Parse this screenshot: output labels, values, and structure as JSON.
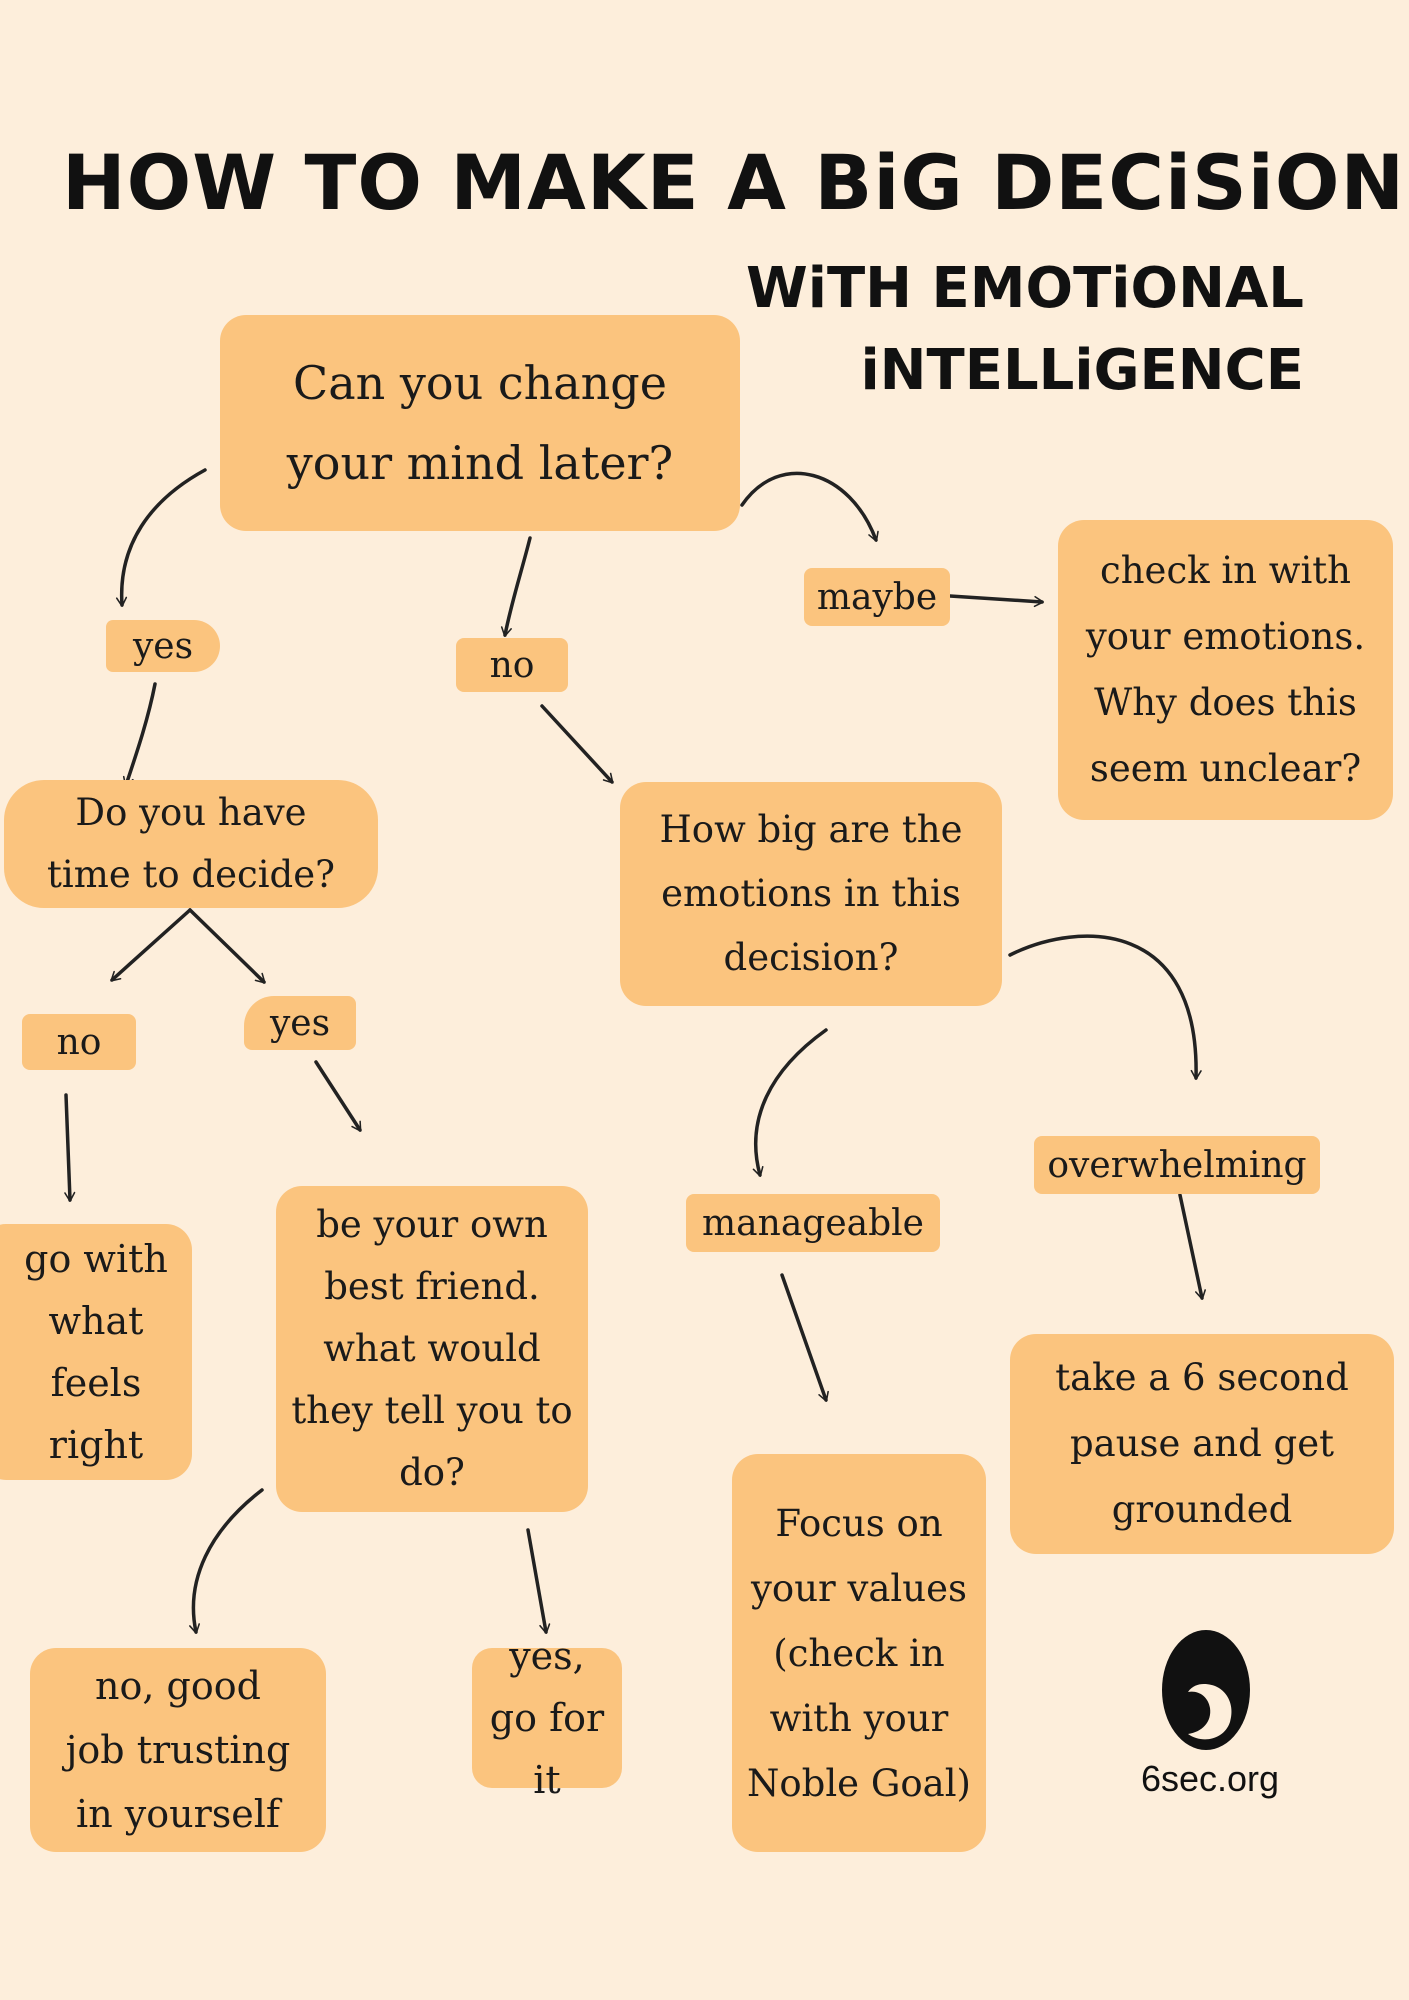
{
  "title": "HOW TO MAKE A BiG DECiSiON",
  "subtitle": "WiTH EMOTiONAL iNTELLiGENCE",
  "nodes": {
    "change_mind": "Can you change your mind later?",
    "check_emotions": "check in with your emotions. Why does this seem unclear?",
    "time_to_decide": "Do you have time to decide?",
    "how_big": "How big are the emotions in this decision?",
    "go_with": "go with what feels right",
    "best_friend": "be your own best friend. what would they tell you to do?",
    "good_job": "no, good job trusting in yourself",
    "go_for_it": "yes, go for it",
    "focus_values": "Focus on your values (check in with your Noble Goal)",
    "pause": "take a 6 second pause and get grounded"
  },
  "labels": {
    "maybe": "maybe",
    "yes_1": "yes",
    "no_1": "no",
    "no_2": "no",
    "yes_2": "yes",
    "manageable": "manageable",
    "overwhelming": "overwhelming"
  },
  "footer": {
    "site": "6sec.org",
    "logo_icon": "6sec-logo-icon"
  },
  "colors": {
    "background": "#fdeedb",
    "box": "#fbc47e",
    "ink": "#111111"
  }
}
